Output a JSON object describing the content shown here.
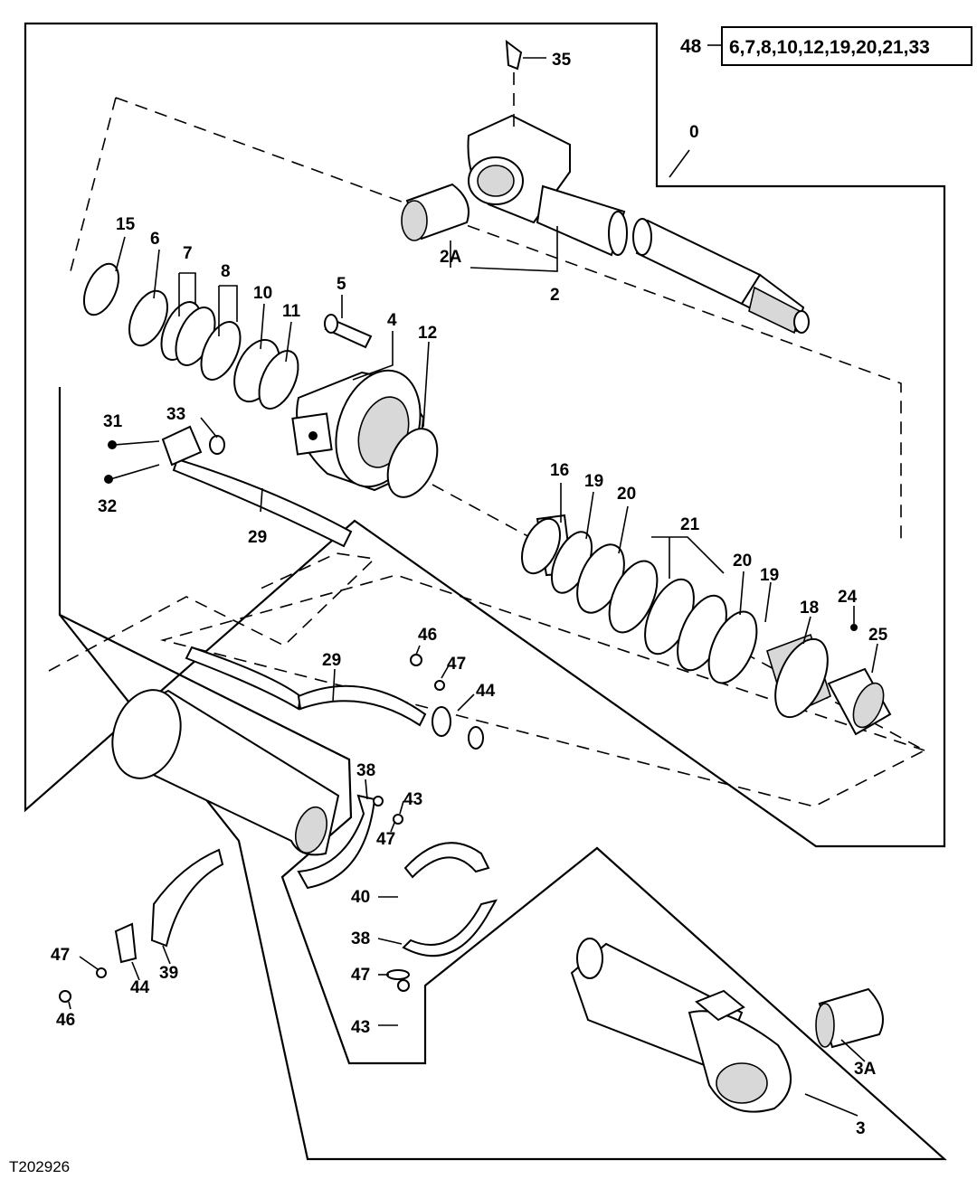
{
  "figure_ref": "T202926",
  "kit": {
    "number": "48",
    "contents": "6,7,8,10,12,19,20,21,33"
  },
  "callouts": [
    {
      "id": "c0",
      "text": "0"
    },
    {
      "id": "c2",
      "text": "2"
    },
    {
      "id": "c2a",
      "text": "2A"
    },
    {
      "id": "c3",
      "text": "3"
    },
    {
      "id": "c3a",
      "text": "3A"
    },
    {
      "id": "c4",
      "text": "4"
    },
    {
      "id": "c5",
      "text": "5"
    },
    {
      "id": "c6",
      "text": "6"
    },
    {
      "id": "c7",
      "text": "7"
    },
    {
      "id": "c8",
      "text": "8"
    },
    {
      "id": "c10",
      "text": "10"
    },
    {
      "id": "c11",
      "text": "11"
    },
    {
      "id": "c12",
      "text": "12"
    },
    {
      "id": "c15",
      "text": "15"
    },
    {
      "id": "c16",
      "text": "16"
    },
    {
      "id": "c18",
      "text": "18"
    },
    {
      "id": "c19a",
      "text": "19"
    },
    {
      "id": "c19b",
      "text": "19"
    },
    {
      "id": "c20a",
      "text": "20"
    },
    {
      "id": "c20b",
      "text": "20"
    },
    {
      "id": "c21",
      "text": "21"
    },
    {
      "id": "c24",
      "text": "24"
    },
    {
      "id": "c25",
      "text": "25"
    },
    {
      "id": "c29a",
      "text": "29"
    },
    {
      "id": "c29b",
      "text": "29"
    },
    {
      "id": "c31",
      "text": "31"
    },
    {
      "id": "c32",
      "text": "32"
    },
    {
      "id": "c33",
      "text": "33"
    },
    {
      "id": "c35",
      "text": "35"
    },
    {
      "id": "c38a",
      "text": "38"
    },
    {
      "id": "c38b",
      "text": "38"
    },
    {
      "id": "c39",
      "text": "39"
    },
    {
      "id": "c40",
      "text": "40"
    },
    {
      "id": "c43a",
      "text": "43"
    },
    {
      "id": "c43b",
      "text": "43"
    },
    {
      "id": "c44a",
      "text": "44"
    },
    {
      "id": "c44b",
      "text": "44"
    },
    {
      "id": "c46a",
      "text": "46"
    },
    {
      "id": "c46b",
      "text": "46"
    },
    {
      "id": "c47a",
      "text": "47"
    },
    {
      "id": "c47b",
      "text": "47"
    },
    {
      "id": "c47c",
      "text": "47"
    },
    {
      "id": "c47d",
      "text": "47"
    }
  ]
}
